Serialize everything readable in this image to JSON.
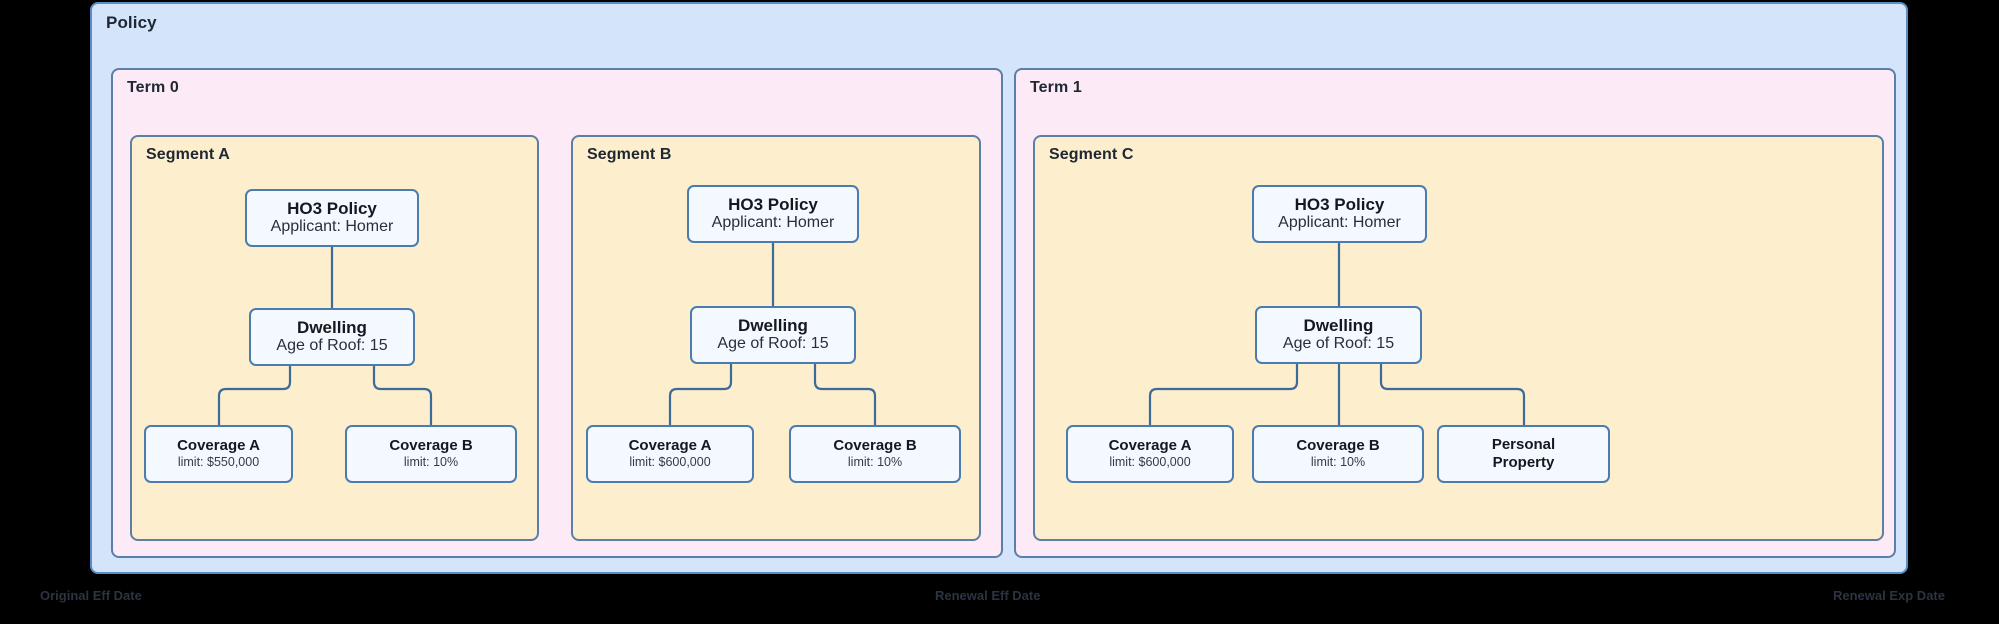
{
  "diagram": {
    "title": "Policy",
    "policy": {
      "label": "Policy",
      "terms": [
        {
          "label": "Term 0",
          "segments": [
            {
              "label": "Segment A",
              "nodes": {
                "policy_node": {
                  "title": "HO3 Policy",
                  "sub": "Applicant: Homer"
                },
                "dwelling_node": {
                  "title": "Dwelling",
                  "sub": "Age of Roof: 15"
                },
                "coverages": [
                  {
                    "title": "Coverage A",
                    "sub": "limit: $550,000"
                  },
                  {
                    "title": "Coverage B",
                    "sub": "limit: 10%"
                  }
                ]
              }
            },
            {
              "label": "Segment B",
              "nodes": {
                "policy_node": {
                  "title": "HO3 Policy",
                  "sub": "Applicant: Homer"
                },
                "dwelling_node": {
                  "title": "Dwelling",
                  "sub": "Age of Roof: 15"
                },
                "coverages": [
                  {
                    "title": "Coverage A",
                    "sub": "limit: $600,000"
                  },
                  {
                    "title": "Coverage B",
                    "sub": "limit: 10%"
                  }
                ]
              }
            }
          ]
        },
        {
          "label": "Term 1",
          "segments": [
            {
              "label": "Segment C",
              "nodes": {
                "policy_node": {
                  "title": "HO3 Policy",
                  "sub": "Applicant: Homer"
                },
                "dwelling_node": {
                  "title": "Dwelling",
                  "sub": "Age of Roof: 15"
                },
                "coverages": [
                  {
                    "title": "Coverage A",
                    "sub": "limit: $600,000"
                  },
                  {
                    "title": "Coverage B",
                    "sub": "limit: 10%"
                  },
                  {
                    "title_line1": "Personal",
                    "title_line2": "Property",
                    "sub": ""
                  }
                ]
              }
            }
          ]
        }
      ]
    },
    "timeline_labels": [
      {
        "text": "Original Eff Date"
      },
      {
        "text": "Renewal Eff Date"
      },
      {
        "text": "Renewal Exp Date"
      }
    ],
    "colors": {
      "policy_fill": "#d4e4fa",
      "term_fill": "#fceaf6",
      "segment_fill": "#fdeecd",
      "node_fill": "#f4f9ff",
      "node_stroke": "#4a7cb0",
      "edge_stroke": "#3c6a99",
      "background": "#000000",
      "axis_label": "#2b3440"
    }
  }
}
